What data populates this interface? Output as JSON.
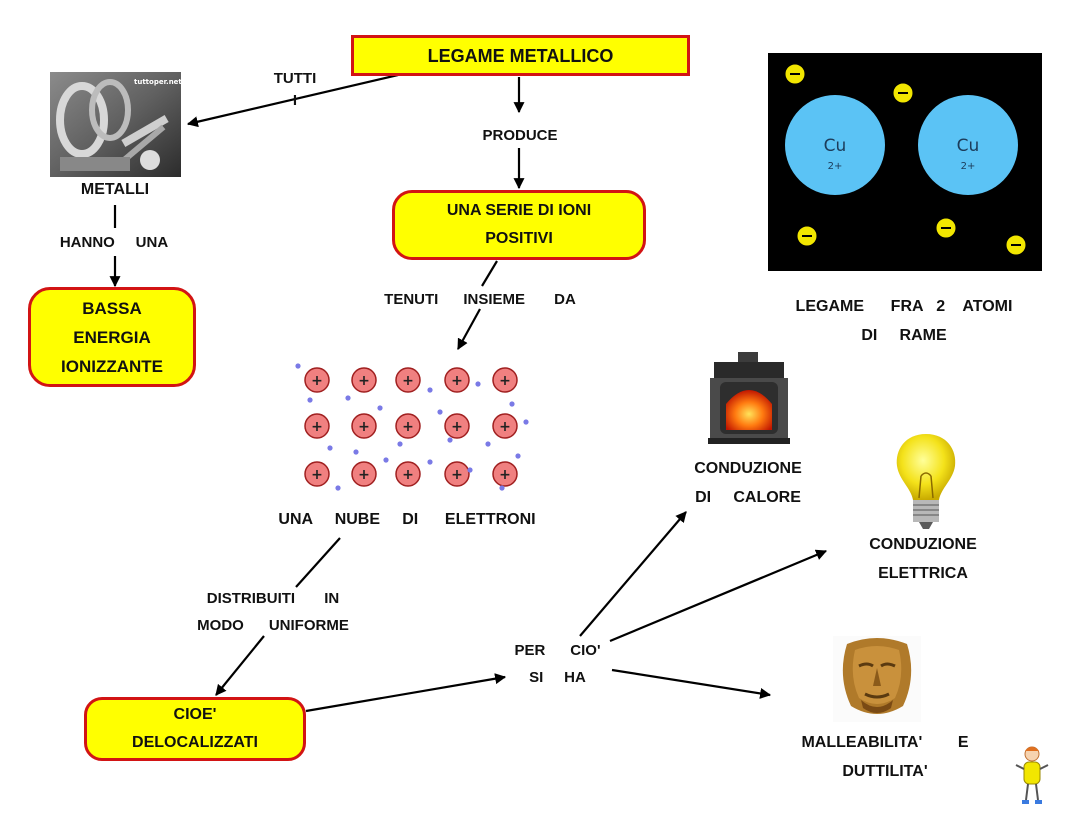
{
  "boxes": {
    "title": "LEGAME      METALLICO",
    "ions": "UNA    SERIE   DI   IONI\nPOSITIVI",
    "energy": "BASSA\nENERGIA\nIONIZZANTE",
    "delocalized": "CIOE'\nDELOCALIZZATI"
  },
  "labels": {
    "tutti": "TUTTI\nI",
    "produce": "PRODUCE",
    "metalli": "METALLI",
    "hanno": "HANNO     UNA",
    "tenuti": "TENUTI      INSIEME       DA",
    "nube": "UNA     NUBE     DI      ELETTRONI",
    "distribuiti": "DISTRIBUITI       IN\nMODO      UNIFORME",
    "perciosi": "PER      CIO'\nSI     HA",
    "conduzione_calore": "CONDUZIONE\nDI     CALORE",
    "conduzione_elettrica": "CONDUZIONE\nELETTRICA",
    "malleabilita": "MALLEABILITA'        E\nDUTTILITA'",
    "legame_rame": "LEGAME      FRA   2    ATOMI\nDI     RAME"
  },
  "copper_panel": {
    "atom1": "Cu",
    "atom1_charge": "2+",
    "atom2": "Cu",
    "atom2_charge": "2+",
    "electron_symbol": "−"
  },
  "lattice": {
    "ion_symbol": "+"
  },
  "colors": {
    "box_fill": "#ffff00",
    "box_border": "#d21414",
    "ion_fill": "#f08080",
    "ion_border": "#a02020",
    "electron_dot": "#7a7ae6",
    "cu_atom": "#5bc3f5",
    "cu_electron": "#f2e600"
  },
  "images": {
    "metals_photo": "metal-tubes-photo",
    "metals_watermark": "tuttoper.net",
    "stove": "stove-icon",
    "bulb": "light-bulb-icon",
    "mask": "golden-mask-icon",
    "mascot": "mascot-icon"
  }
}
